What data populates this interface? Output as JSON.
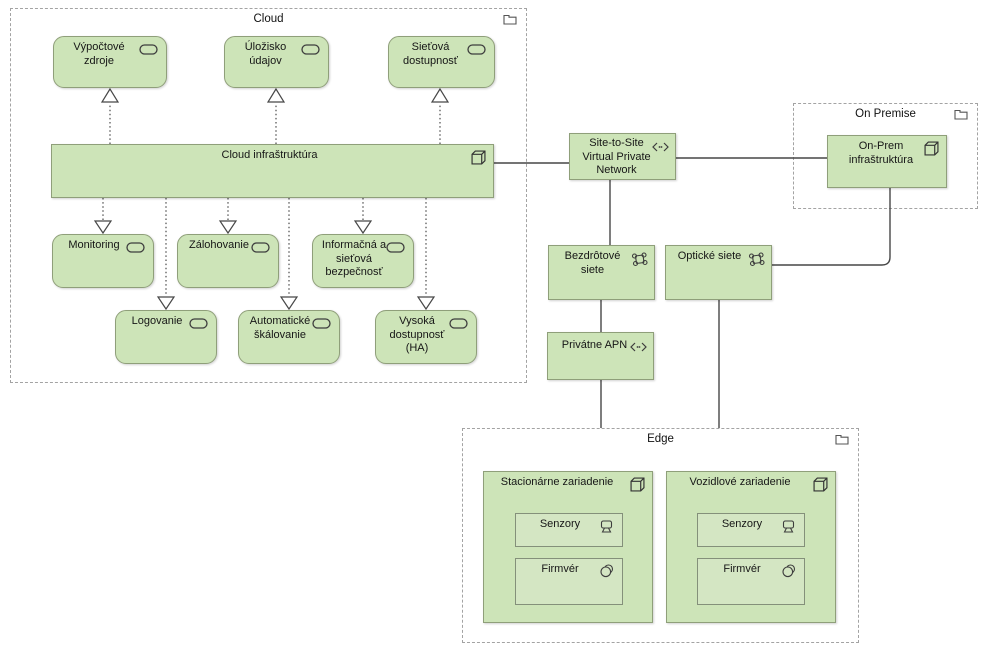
{
  "diagram": {
    "title": "Cloud / Edge infrastructure ArchiMate view",
    "colors": {
      "element_fill": "#cde4b8",
      "inner_fill": "#d4e6c3",
      "element_border": "#8f9f7a",
      "wire": "#474747",
      "group_border": "#a3a3a3",
      "text": "#161616"
    },
    "groups": {
      "cloud": {
        "title": "Cloud",
        "icon": "folder-icon"
      },
      "on_premise": {
        "title": "On Premise",
        "icon": "folder-icon"
      },
      "edge": {
        "title": "Edge",
        "icon": "folder-icon"
      }
    },
    "elements": {
      "vypoctove": {
        "label": "Výpočtové\nzdroje",
        "type": "service",
        "icon": "service-pill"
      },
      "ulozisko": {
        "label": "Úložisko\núdajov",
        "type": "service",
        "icon": "service-pill"
      },
      "sietova": {
        "label": "Sieťová\ndostupnosť",
        "type": "service",
        "icon": "service-pill"
      },
      "cloud_infra": {
        "label": "Cloud infraštruktúra",
        "type": "node",
        "icon": "node-cube"
      },
      "monitoring": {
        "label": "Monitoring",
        "type": "service",
        "icon": "service-pill"
      },
      "zalohovanie": {
        "label": "Zálohovanie",
        "type": "service",
        "icon": "service-pill"
      },
      "informacna": {
        "label": "Informačná a\nsieťová\nbezpečnosť",
        "type": "service",
        "icon": "service-pill"
      },
      "logovanie": {
        "label": "Logovanie",
        "type": "service",
        "icon": "service-pill"
      },
      "autoskalovanie": {
        "label": "Automatické\nškálovanie",
        "type": "service",
        "icon": "service-pill"
      },
      "vysoka": {
        "label": "Vysoká\ndostupnosť\n(HA)",
        "type": "service",
        "icon": "service-pill"
      },
      "vpn": {
        "label": "Site-to-Site\nVirtual Private\nNetwork",
        "type": "path",
        "icon": "path-arrows"
      },
      "onprem_infra": {
        "label": "On-Prem\ninfraštruktúra",
        "type": "node",
        "icon": "node-cube"
      },
      "bezdrotove": {
        "label": "Bezdrôtové\nsiete",
        "type": "communication-network",
        "icon": "network-circles"
      },
      "opticke": {
        "label": "Optické siete",
        "type": "communication-network",
        "icon": "network-circles"
      },
      "apn": {
        "label": "Privátne APN",
        "type": "path",
        "icon": "path-arrows"
      },
      "stacionarne": {
        "label": "Stacionárne zariadenie",
        "type": "node",
        "icon": "node-cube"
      },
      "vozidlove": {
        "label": "Vozidlové zariadenie",
        "type": "node",
        "icon": "node-cube"
      },
      "senzory_s": {
        "label": "Senzory",
        "type": "device",
        "icon": "device-monitor"
      },
      "firmver_s": {
        "label": "Firmvér",
        "type": "system-software",
        "icon": "system-software-circles"
      },
      "senzory_v": {
        "label": "Senzory",
        "type": "device",
        "icon": "device-monitor"
      },
      "firmver_v": {
        "label": "Firmvér",
        "type": "system-software",
        "icon": "system-software-circles"
      }
    },
    "relations": [
      {
        "from": "cloud_infra",
        "to": "vypoctove",
        "type": "realization-dotted-hollow-triangle"
      },
      {
        "from": "cloud_infra",
        "to": "ulozisko",
        "type": "realization-dotted-hollow-triangle"
      },
      {
        "from": "cloud_infra",
        "to": "sietova",
        "type": "realization-dotted-hollow-triangle"
      },
      {
        "from": "cloud_infra",
        "to": "monitoring",
        "type": "realization-dotted-hollow-triangle"
      },
      {
        "from": "cloud_infra",
        "to": "zalohovanie",
        "type": "realization-dotted-hollow-triangle"
      },
      {
        "from": "cloud_infra",
        "to": "informacna",
        "type": "realization-dotted-hollow-triangle"
      },
      {
        "from": "cloud_infra",
        "to": "logovanie",
        "type": "realization-dotted-hollow-triangle"
      },
      {
        "from": "cloud_infra",
        "to": "autoskalovanie",
        "type": "realization-dotted-hollow-triangle"
      },
      {
        "from": "cloud_infra",
        "to": "vysoka",
        "type": "realization-dotted-hollow-triangle"
      },
      {
        "from": "cloud_infra",
        "to": "vpn",
        "type": "association-solid"
      },
      {
        "from": "vpn",
        "to": "onprem_infra",
        "type": "association-solid"
      },
      {
        "from": "vpn",
        "to": "bezdrotove",
        "type": "association-solid"
      },
      {
        "from": "bezdrotove",
        "to": "apn",
        "type": "association-solid"
      },
      {
        "from": "apn",
        "to": "edge_group",
        "type": "association-solid"
      },
      {
        "from": "opticke",
        "to": "edge_group",
        "type": "association-solid"
      },
      {
        "from": "opticke",
        "to": "onprem_infra",
        "type": "association-solid"
      }
    ]
  }
}
